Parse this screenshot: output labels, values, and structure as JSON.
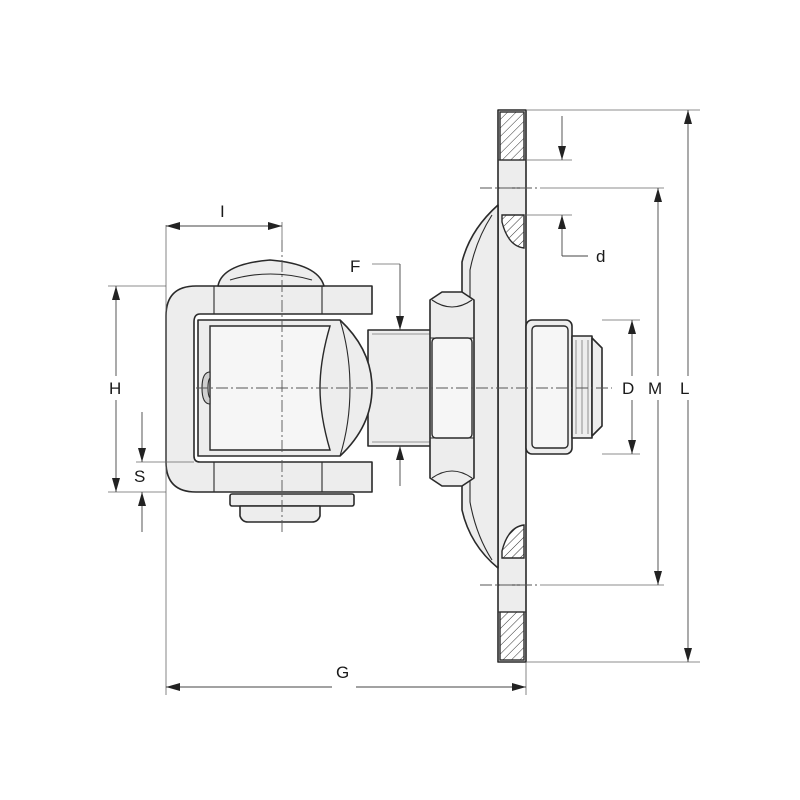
{
  "labels": {
    "I": "I",
    "F": "F",
    "d": "d",
    "H": "H",
    "S": "S",
    "D": "D",
    "M": "M",
    "L": "L",
    "G": "G"
  }
}
